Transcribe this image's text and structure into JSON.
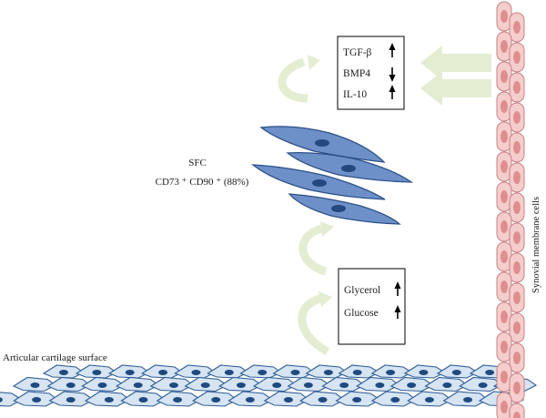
{
  "colors": {
    "fibroblast_fill": "#6e90c9",
    "fibroblast_stroke": "#2c4f86",
    "nucleus": "#23497e",
    "cartilage_fill": "#d6e4f3",
    "cartilage_stroke": "#2f5e97",
    "synovial_fill": "#f5cdcd",
    "synovial_stroke": "#c98181",
    "synovial_nucleus": "#df8e8e",
    "arrow_green": "#e4edd2"
  },
  "box_top": {
    "items": [
      {
        "label": "TGF-β",
        "direction": "up"
      },
      {
        "label": "BMP4",
        "direction": "down"
      },
      {
        "label": "IL-10",
        "direction": "up"
      }
    ]
  },
  "box_bottom": {
    "items": [
      {
        "label": "Glycerol",
        "direction": "up"
      },
      {
        "label": "Glucose",
        "direction": "up"
      }
    ]
  },
  "sfc": {
    "title": "SFC",
    "markers": "CD73 ⁺ CD90 ⁺ (88%)"
  },
  "labels": {
    "cartilage": "Articular cartilage surface",
    "synovial": "Synovial membrane cells"
  }
}
